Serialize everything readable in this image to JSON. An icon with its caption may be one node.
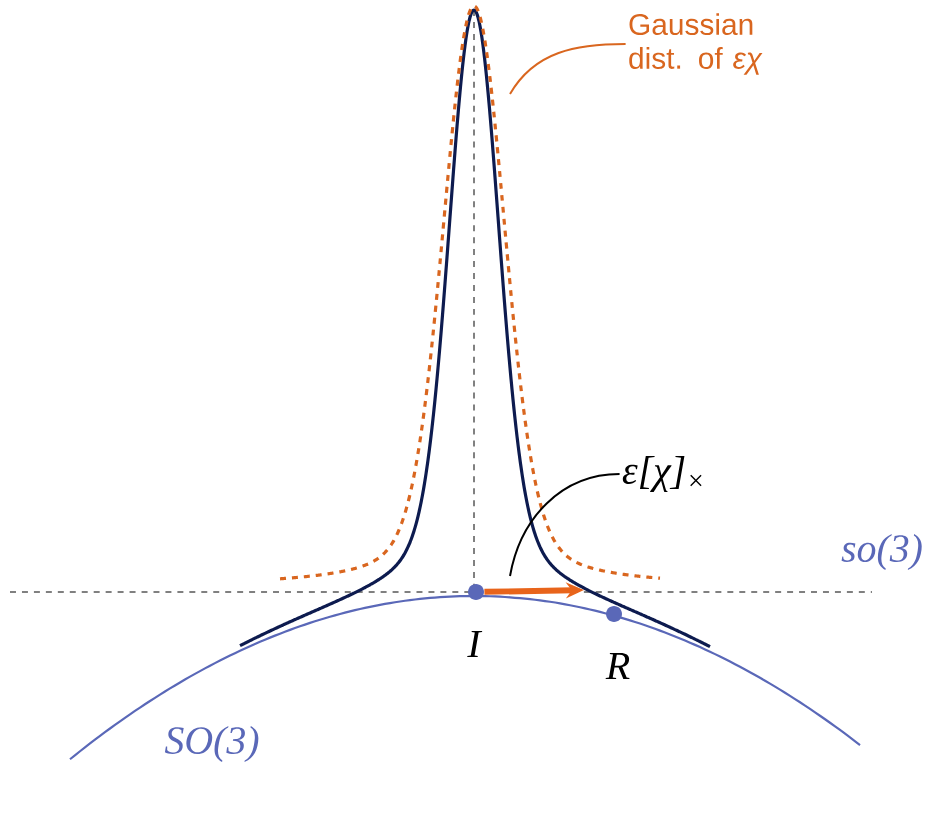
{
  "diagram": {
    "nodes": [
      {
        "text": [
          "Gaussian dist. of *εχ*"
        ]
      },
      {
        "text": [
          "ε[χ]$_{×}$"
        ]
      },
      {
        "text": [],
        "shape": "circle",
        "beside": [
          "I"
        ]
      },
      {
        "text": [],
        "shape": "circle",
        "beside": [
          "R"
        ]
      }
    ],
    "edges": [
      {
        "from": 0,
        "to": null,
        "arrow": "none",
        "color": "#d9661f"
      },
      {
        "from": 1,
        "to": null,
        "arrow": "none",
        "color": "#000000"
      },
      {
        "from": 2,
        "to": null,
        "arrow": "to",
        "style": "thick",
        "color": "#e8641b"
      }
    ],
    "labels": [
      "so(3)",
      "SO(3)"
    ]
  }
}
